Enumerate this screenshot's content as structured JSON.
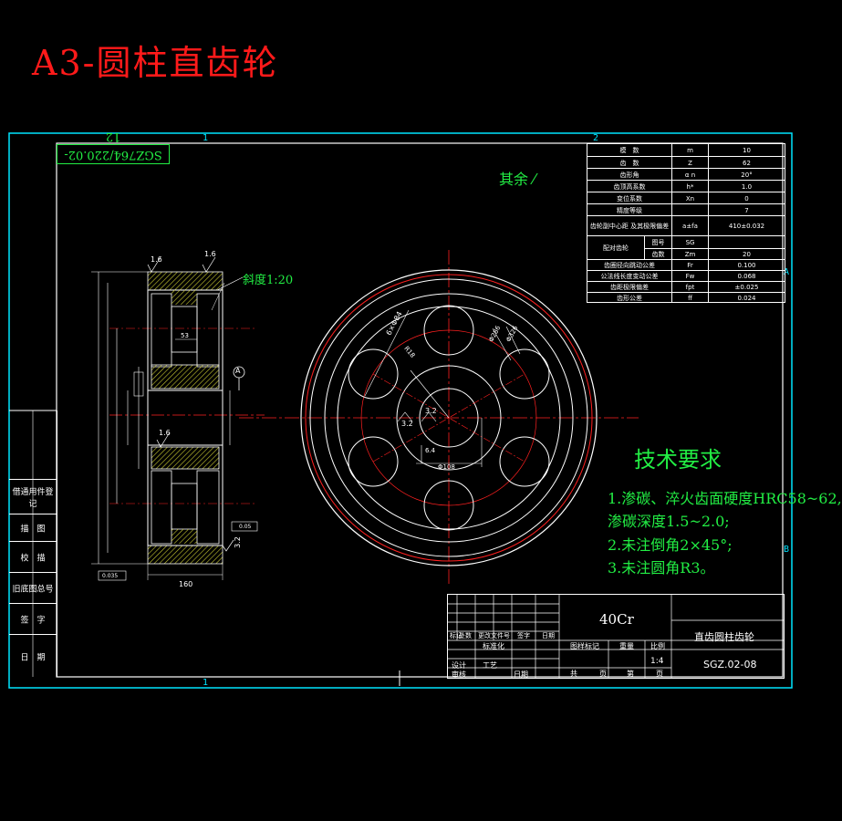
{
  "page_title": "A3-圆柱直齿轮",
  "zone_markers": {
    "top_1": "1",
    "top_2": "2",
    "bottom_1": "1",
    "right_a": "A",
    "right_b": "B"
  },
  "drawing_code_rotated": "SGZ764/220.02-12",
  "surface_note": "其余",
  "parameter_table": {
    "rows": [
      {
        "label": "模　数",
        "symbol": "m",
        "value": "10"
      },
      {
        "label": "齿　数",
        "symbol": "Z",
        "value": "62"
      },
      {
        "label": "齿形角",
        "symbol": "α n",
        "value": "20°"
      },
      {
        "label": "齿顶高系数",
        "symbol": "h*",
        "value": "1.0"
      },
      {
        "label": "变位系数",
        "symbol": "Xn",
        "value": "0"
      },
      {
        "label": "精度等级",
        "symbol": "",
        "value": "7"
      },
      {
        "label": "齿轮副中心距 及其极限偏差",
        "symbol": "a±fa",
        "value": "410±0.032"
      },
      {
        "label": "图号",
        "symbol": "SG",
        "value": ""
      },
      {
        "label": "齿数",
        "symbol": "Zm",
        "value": "20"
      },
      {
        "label": "齿圈径向跳动公差",
        "symbol": "Fr",
        "value": "0.100"
      },
      {
        "label": "公法线长度变动公差",
        "symbol": "Fw",
        "value": "0.068"
      },
      {
        "label": "齿距极限偏差",
        "symbol": "fpt",
        "value": "±0.025"
      },
      {
        "label": "齿形公差",
        "symbol": "ff",
        "value": "0.024"
      }
    ],
    "mating_gear_label": "配对齿轮"
  },
  "section_view": {
    "taper_label": "斜度1:20",
    "datum_label": "A",
    "roughness": [
      "1.6",
      "1.6",
      "1.6",
      "3.2"
    ],
    "width_dim": "160",
    "small_dims": [
      "53",
      "0.05",
      "0.035",
      "0.035",
      "0.05",
      "0.035"
    ]
  },
  "front_view": {
    "hole_note": "6×Φ84",
    "dims": [
      "Φ286",
      "R18",
      "Φ326",
      "Φ108",
      "6.4",
      "3.2",
      "3.2"
    ]
  },
  "technical_requirements": {
    "title": "技术要求",
    "lines": [
      "1.渗碳、淬火齿面硬度HRC58~62,",
      "渗碳深度1.5~2.0;",
      "2.未注倒角2×45°;",
      "3.未注圆角R3。"
    ]
  },
  "side_strip": {
    "labels": [
      "借通用件登记",
      "描　图",
      "校　描",
      "旧底图总号",
      "签　字",
      "日　期"
    ]
  },
  "title_block": {
    "material": "40Cr",
    "part_name": "直齿圆柱齿轮",
    "drawing_number": "SGZ.02-08",
    "scale": "1:4",
    "headers": [
      "标记",
      "处数",
      "更改文件号",
      "签字",
      "日期"
    ],
    "row_labels": [
      "设计",
      "标准化",
      "审核",
      "工艺",
      "日期"
    ],
    "stage_labels": [
      "图样标记",
      "重量",
      "比例"
    ],
    "sheet_labels": [
      "共",
      "页",
      "第",
      "页"
    ]
  },
  "colors": {
    "red_title": "#ff1a1a",
    "cyan_frame": "#00e5ff",
    "green_text": "#22ee44",
    "yellow_hatch": "#c8c832",
    "center_line": "#ff2020"
  }
}
